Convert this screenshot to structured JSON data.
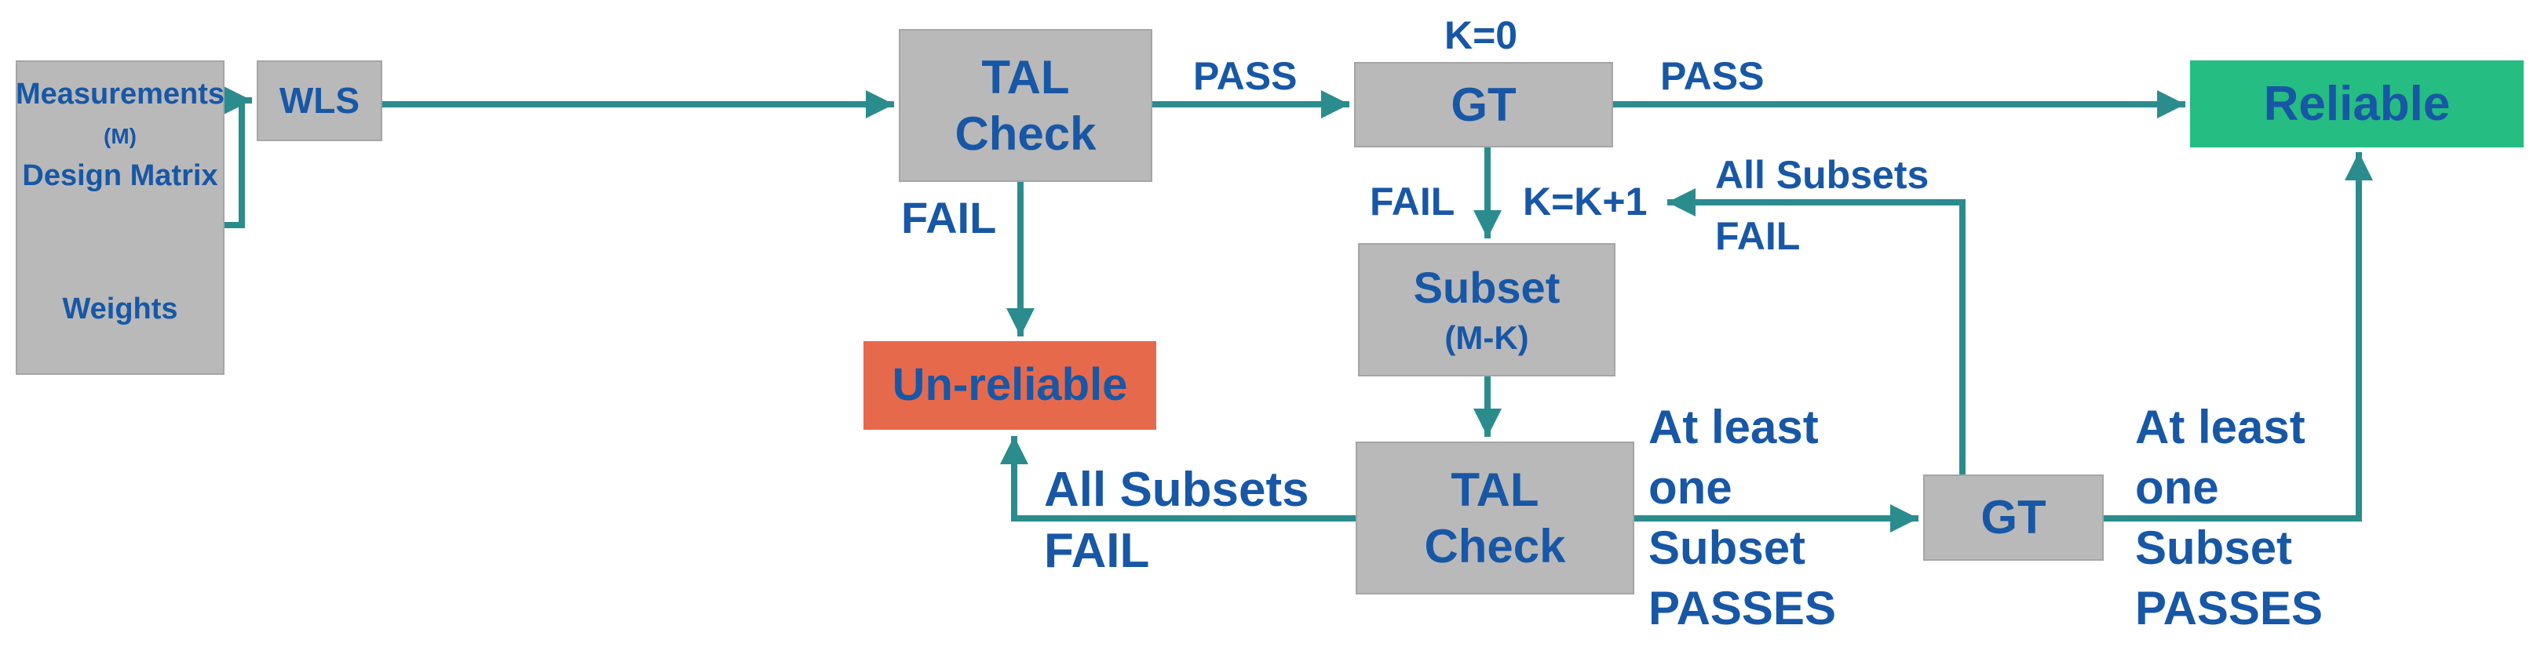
{
  "colors": {
    "node_gray": "#b9b9b9",
    "node_green": "#25bd81",
    "node_orange": "#e7694b",
    "text_blue": "#1757a6",
    "arrow_teal": "#2b8c8e"
  },
  "nodes": {
    "input": {
      "line1": "Measurements",
      "line2": "(M)",
      "line3": "Design Matrix",
      "line4": "Weights"
    },
    "wls": {
      "label": "WLS"
    },
    "tal_check_1": {
      "line1": "TAL",
      "line2": "Check"
    },
    "gt_1": {
      "label": "GT"
    },
    "reliable": {
      "label": "Reliable"
    },
    "unreliable": {
      "label": "Un-reliable"
    },
    "subset": {
      "line1": "Subset",
      "line2": "(M-K)"
    },
    "tal_check_2": {
      "line1": "TAL",
      "line2": "Check"
    },
    "gt_2": {
      "label": "GT"
    }
  },
  "edge_labels": {
    "k0": "K=0",
    "pass_tal1_to_gt1": "PASS",
    "pass_gt1_to_reliable": "PASS",
    "fail_gt1": "FAIL",
    "k_increment": "K=K+1",
    "all_subsets_fail_to_increment": {
      "line1": "All Subsets",
      "line2": "FAIL"
    },
    "fail_tal1": "FAIL",
    "all_subsets_fail_to_unreliable": {
      "line1": "All Subsets",
      "line2": "FAIL"
    },
    "at_least_tal2_to_gt2": {
      "line1": "At least",
      "line2": "one",
      "line3": "Subset",
      "line4": "PASSES"
    },
    "at_least_gt2_to_reliable": {
      "line1": "At least",
      "line2": "one",
      "line3": "Subset",
      "line4": "PASSES"
    }
  }
}
